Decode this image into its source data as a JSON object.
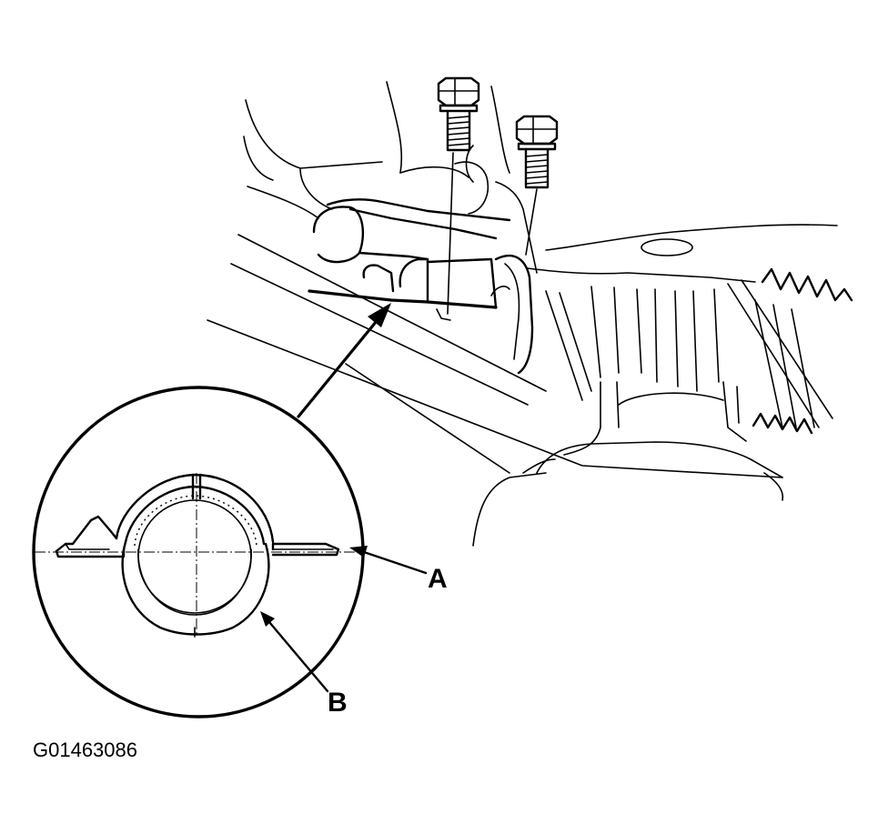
{
  "callouts": {
    "a": "A",
    "b": "B"
  },
  "figure_id": "G01463086",
  "colors": {
    "line": "#000000",
    "background": "#ffffff"
  }
}
